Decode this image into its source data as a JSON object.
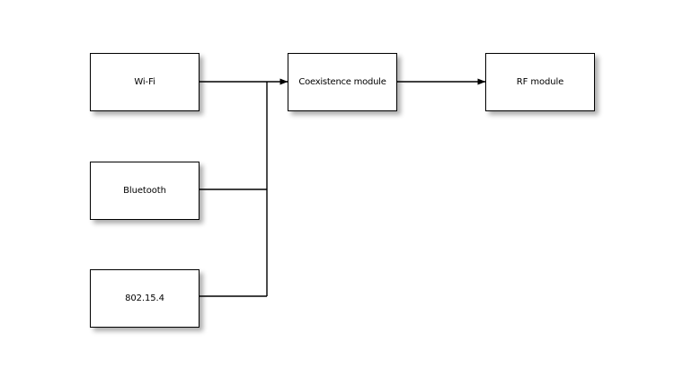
{
  "diagram": {
    "background_color": "#ffffff",
    "line_color": "#000000",
    "node_fill_color": "#ffffff",
    "node_border_color": "#000000",
    "nodes": [
      {
        "id": "wifi",
        "label": "Wi-Fi"
      },
      {
        "id": "bt",
        "label": "Bluetooth"
      },
      {
        "id": "zigbee",
        "label": "802.15.4"
      },
      {
        "id": "coex",
        "label": "Coexistence module"
      },
      {
        "id": "rf",
        "label": "RF module"
      }
    ],
    "connections": [
      {
        "from": "wifi",
        "to": "coex",
        "arrow": true
      },
      {
        "from": "bt",
        "to": "coex",
        "arrow": true
      },
      {
        "from": "zigbee",
        "to": "coex",
        "arrow": true
      },
      {
        "from": "coex",
        "to": "rf",
        "arrow": true
      }
    ]
  }
}
